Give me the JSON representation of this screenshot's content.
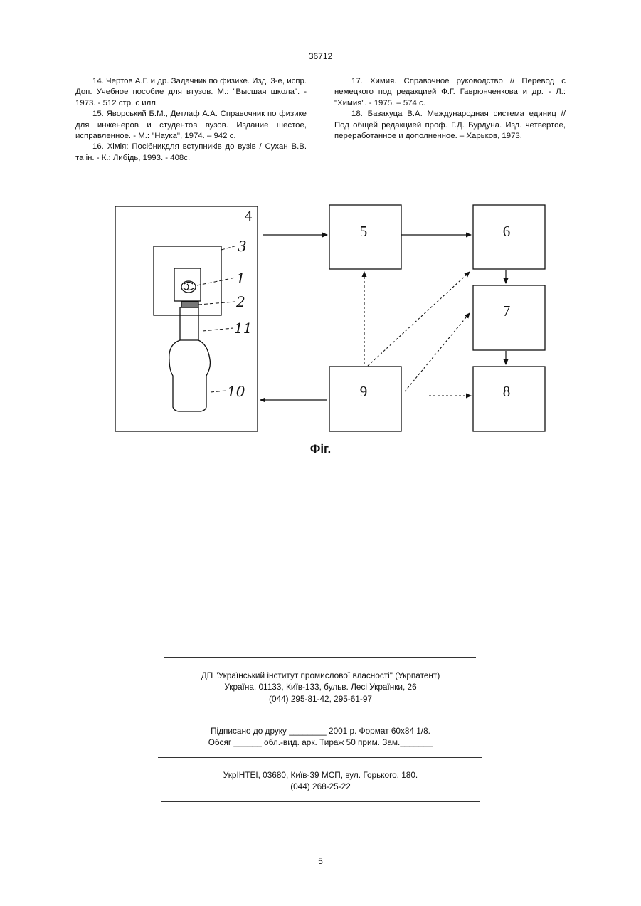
{
  "header": {
    "doc_number": "36712"
  },
  "references": {
    "left": [
      "14. Чертов А.Г. и др. Задачник по физике. Изд. 3-е, испр. Доп. Учебное пособие для втузов. М.: \"Высшая школа\". - 1973. - 512 стр. с илл.",
      "15. Яворський Б.М., Детлаф А.А. Справочник по физике для инженеров и студентов вузов. Издание шестое, исправленное. - М.: \"Наука\", 1974. – 942 с.",
      "16. Хімія: Посібникдля вступників до вузів / Сухан В.В. та ін. - К.: Либідь, 1993. - 408с."
    ],
    "right": [
      "17. Химия. Справочное руководство // Перевод с немецкого под редакцией Ф.Г. Гаврюнченко­ва и др. - Л.: \"Химия\". - 1975. – 574 с.",
      "18. Базакуца В.А. Международная система единиц // Под общей редакцией проф. Г.Д. Бурдуна. Изд. четвертое, переработанное и дополненное. – Харьков, 1973."
    ]
  },
  "figure": {
    "caption": "Фіг.",
    "block_labels": [
      "4",
      "5",
      "6",
      "7",
      "8",
      "9"
    ],
    "callout_labels": [
      "3",
      "1",
      "2",
      "11",
      "10"
    ]
  },
  "imprint": {
    "publisher_line_1": "ДП \"Український інститут промислової власності\" (Укрпатент)",
    "publisher_line_2": "Україна, 01133, Київ-133, бульв. Лесі Українки, 26",
    "publisher_line_3": "(044) 295-81-42, 295-61-97",
    "print_line_1": "Підписано до друку ________ 2001 р. Формат 60х84 1/8.",
    "print_line_2": "Обсяг ______ обл.-вид. арк. Тираж 50 прим. Зам._______",
    "printer_line_1": "УкрІНТЕІ, 03680, Київ-39 МСП, вул. Горького, 180.",
    "printer_line_2": "(044) 268-25-22"
  },
  "footer": {
    "page_number": "5"
  }
}
